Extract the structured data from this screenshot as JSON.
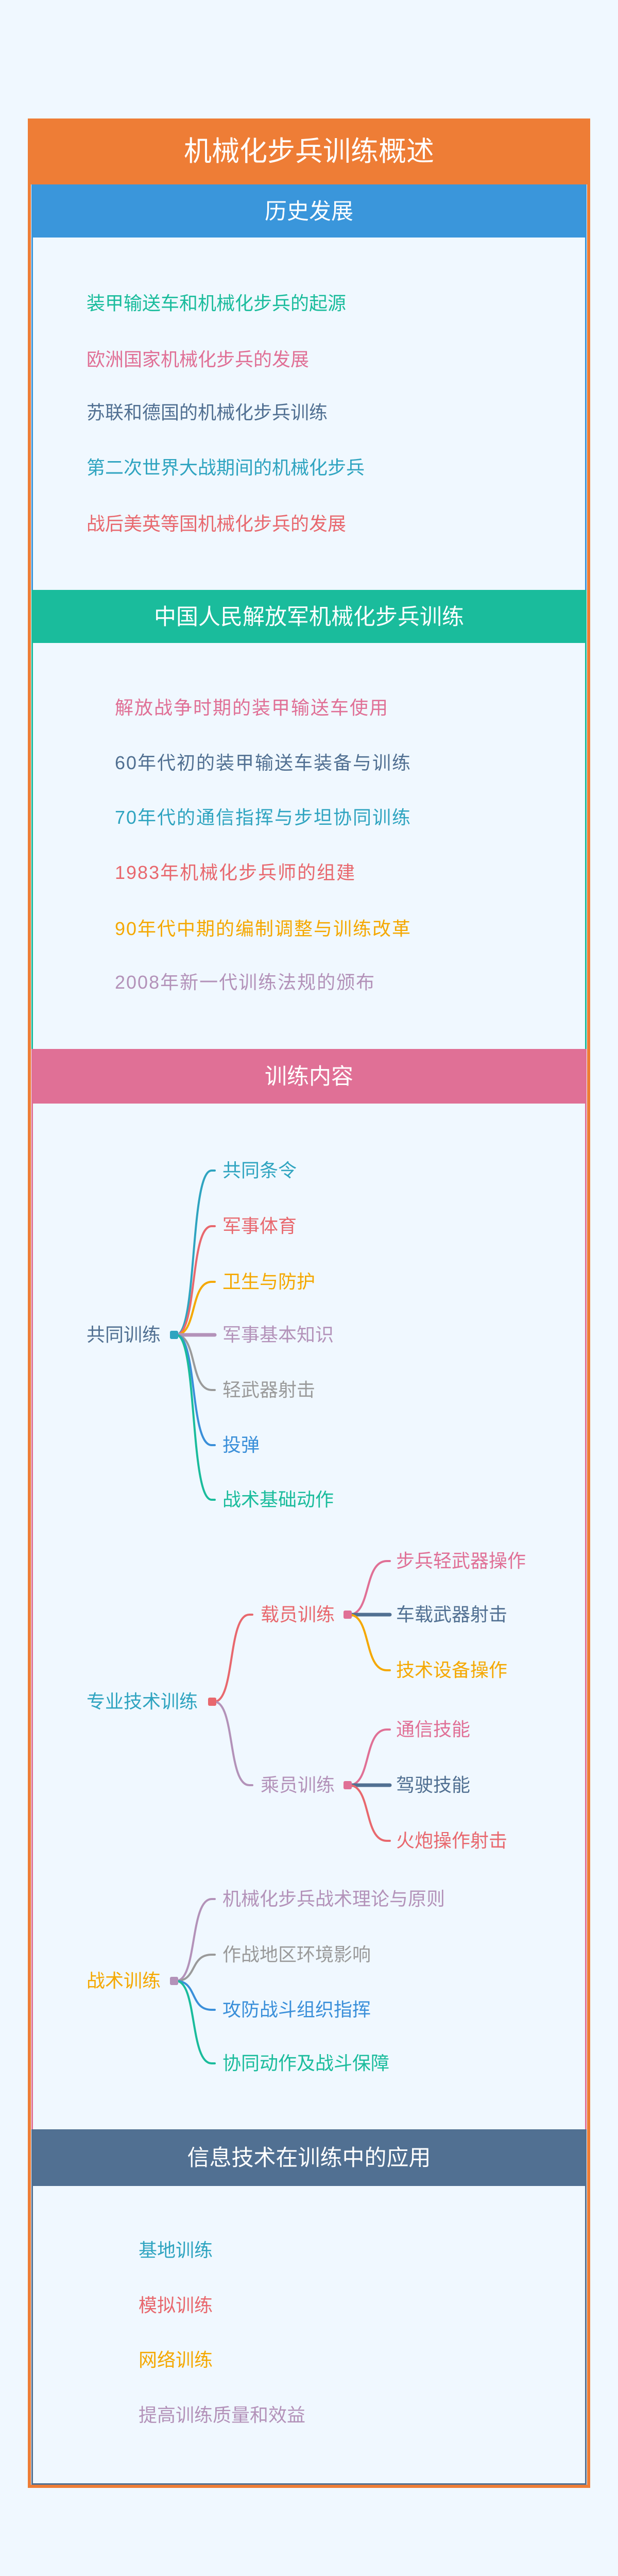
{
  "title": "机械化步兵训练概述",
  "colors": {
    "accent": "#ee7d36",
    "blue": "#3a96db",
    "green": "#1abc9c",
    "pink": "#e07096",
    "slate": "#517092",
    "teal": "#2fa4c0",
    "red": "#e8686e",
    "orange": "#f5a800",
    "lavender": "#b392b9",
    "gray": "#9a9a9a",
    "bluedark": "#3a8fd9",
    "background": "#f0f8ff"
  },
  "sections": [
    {
      "title": "历史发展",
      "items": [
        "装甲输送车和机械化步兵的起源",
        "欧洲国家机械化步兵的发展",
        "苏联和德国的机械化步兵训练",
        "第二次世界大战期间的机械化步兵",
        "战后美英等国机械化步兵的发展"
      ]
    },
    {
      "title": "中国人民解放军机械化步兵训练",
      "items": [
        "解放战争时期的装甲输送车使用",
        "60年代初的装甲输送车装备与训练",
        "70年代的通信指挥与步坦协同训练",
        "1983年机械化步兵师的组建",
        "90年代中期的编制调整与训练改革",
        "2008年新一代训练法规的颁布"
      ]
    },
    {
      "title": "训练内容",
      "mindmap": [
        {
          "label": "共同训练",
          "children": [
            {
              "label": "共同条令"
            },
            {
              "label": "军事体育"
            },
            {
              "label": "卫生与防护"
            },
            {
              "label": "军事基本知识"
            },
            {
              "label": "轻武器射击"
            },
            {
              "label": "投弹"
            },
            {
              "label": "战术基础动作"
            }
          ]
        },
        {
          "label": "专业技术训练",
          "children": [
            {
              "label": "载员训练",
              "children": [
                {
                  "label": "步兵轻武器操作"
                },
                {
                  "label": "车载武器射击"
                },
                {
                  "label": "技术设备操作"
                }
              ]
            },
            {
              "label": "乘员训练",
              "children": [
                {
                  "label": "通信技能"
                },
                {
                  "label": "驾驶技能"
                },
                {
                  "label": "火炮操作射击"
                }
              ]
            }
          ]
        },
        {
          "label": "战术训练",
          "children": [
            {
              "label": "机械化步兵战术理论与原则"
            },
            {
              "label": "作战地区环境影响"
            },
            {
              "label": "攻防战斗组织指挥"
            },
            {
              "label": "协同动作及战斗保障"
            }
          ]
        }
      ]
    },
    {
      "title": "信息技术在训练中的应用",
      "items": [
        "基地训练",
        "模拟训练",
        "网络训练",
        "提高训练质量和效益"
      ]
    }
  ]
}
